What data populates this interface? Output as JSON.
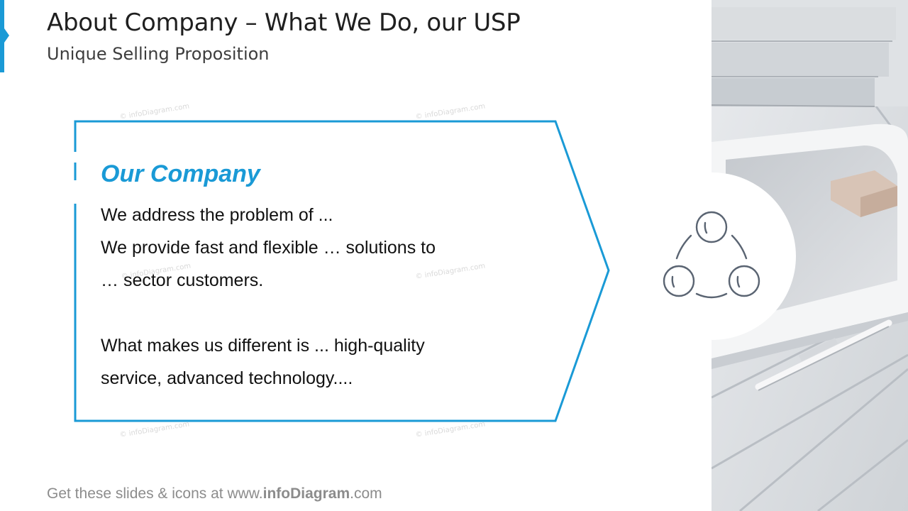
{
  "header": {
    "title": "About Company – What We Do, our USP",
    "subtitle": "Unique Selling Proposition"
  },
  "card": {
    "heading": "Our Company",
    "lines": [
      "We address the problem of ...",
      "We provide fast and flexible … solutions to",
      "… sector customers.",
      "What makes us different is ... high-quality",
      "service, advanced technology...."
    ]
  },
  "watermark": "© infoDiagram.com",
  "footer": {
    "prefix": "Get these slides & icons at www.",
    "brand": "infoDiagram",
    "suffix": ".com"
  },
  "icons": {
    "cycle": "three-circles-cycle-icon",
    "photo": "tablet-and-pen-photo"
  },
  "colors": {
    "accent": "#1a9ad6",
    "icon_stroke": "#5a6472",
    "text": "#111111",
    "footer": "#8c8c8c"
  }
}
